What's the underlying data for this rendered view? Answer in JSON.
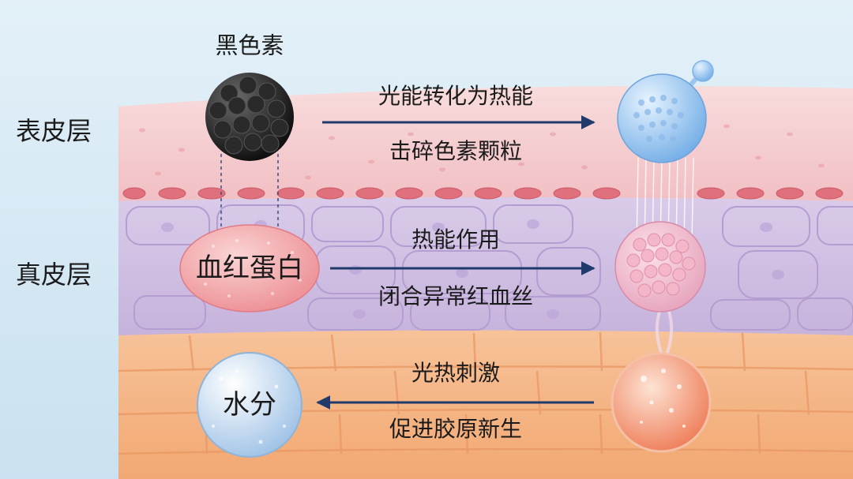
{
  "layers": {
    "epidermis": "表皮层",
    "dermis": "真皮层"
  },
  "particles": {
    "melanin": "黑色素",
    "hemoglobin": "血红蛋白",
    "water": "水分"
  },
  "processes": {
    "melanin_line1": "光能转化为热能",
    "melanin_line2": "击碎色素颗粒",
    "hemoglobin_line1": "热能作用",
    "hemoglobin_line2": "闭合异常红血丝",
    "water_line1": "光热刺激",
    "water_line2": "促进胶原新生"
  },
  "colors": {
    "background": "#cfe6f3",
    "epidermis": "#f3c9cd",
    "dermis": "#cdbde0",
    "subdermis": "#f5b587",
    "arrow": "#1f3a6b"
  }
}
